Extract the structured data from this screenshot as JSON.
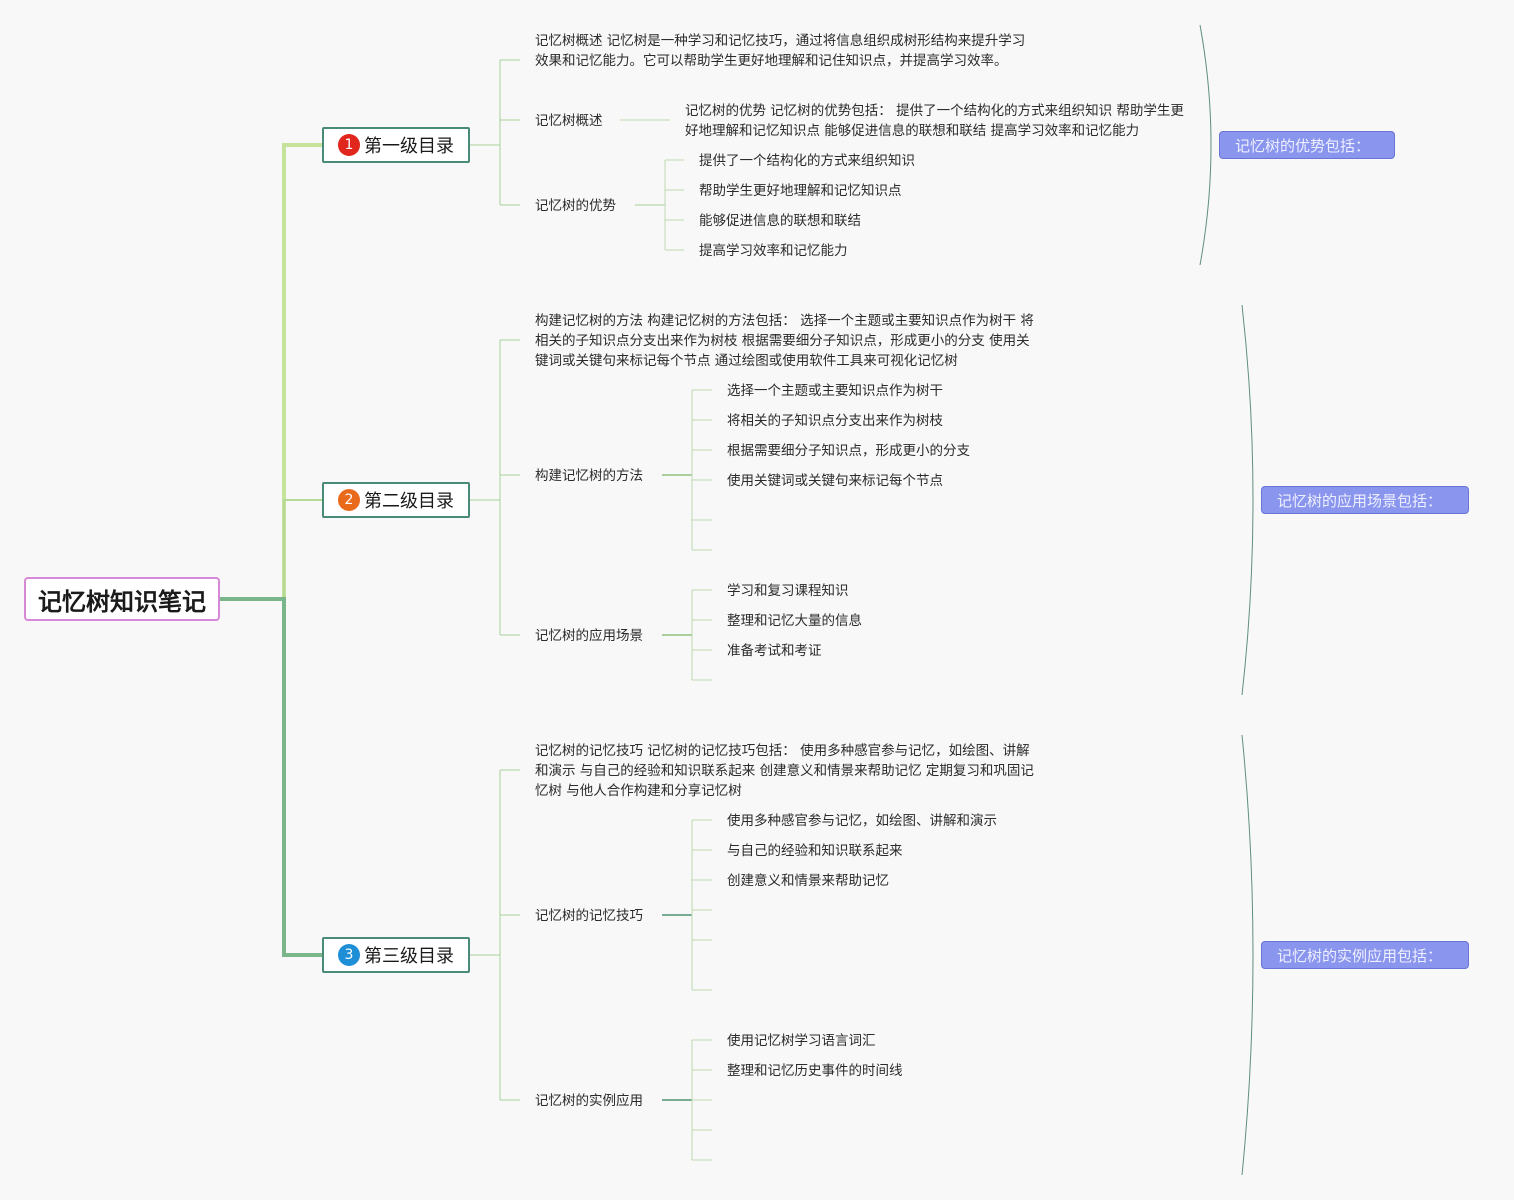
{
  "root": {
    "title": "记忆树知识笔记"
  },
  "colors": {
    "root_border": "#d689d6",
    "branch1": "#c5e39a",
    "branch2": "#b6d994",
    "branch3": "#7bb58a",
    "level_border": "#4a8a78",
    "summary_bg": "#8a95ee",
    "badge1": "#e0261d",
    "badge2": "#ea6a1c",
    "badge3": "#1e8fd6"
  },
  "levels": [
    {
      "badge": "1",
      "label": "第一级目录",
      "intro": "记忆树概述 记忆树是一种学习和记忆技巧，通过将信息组织成树形结构来提升学习效果和记忆能力。它可以帮助学生更好地理解和记住知识点，并提高学习效率。",
      "topics": [
        {
          "label": "记忆树概述",
          "detail": "记忆树的优势 记忆树的优势包括： 提供了一个结构化的方式来组织知识 帮助学生更好地理解和记忆知识点 能够促进信息的联想和联结 提高学习效率和记忆能力"
        },
        {
          "label": "记忆树的优势",
          "items": [
            "提供了一个结构化的方式来组织知识",
            "帮助学生更好地理解和记忆知识点",
            "能够促进信息的联想和联结",
            "提高学习效率和记忆能力"
          ]
        }
      ],
      "summary": "记忆树的优势包括："
    },
    {
      "badge": "2",
      "label": "第二级目录",
      "intro": "构建记忆树的方法 构建记忆树的方法包括： 选择一个主题或主要知识点作为树干 将相关的子知识点分支出来作为树枝 根据需要细分子知识点，形成更小的分支 使用关键词或关键句来标记每个节点 通过绘图或使用软件工具来可视化记忆树",
      "topics": [
        {
          "label": "构建记忆树的方法",
          "items": [
            "选择一个主题或主要知识点作为树干",
            "将相关的子知识点分支出来作为树枝",
            "根据需要细分子知识点，形成更小的分支",
            "使用关键词或关键句来标记每个节点",
            "",
            ""
          ]
        },
        {
          "label": "记忆树的应用场景",
          "items": [
            "学习和复习课程知识",
            "整理和记忆大量的信息",
            "准备考试和考证",
            ""
          ]
        }
      ],
      "summary": "记忆树的应用场景包括："
    },
    {
      "badge": "3",
      "label": "第三级目录",
      "intro": "记忆树的记忆技巧 记忆树的记忆技巧包括： 使用多种感官参与记忆，如绘图、讲解和演示 与自己的经验和知识联系起来 创建意义和情景来帮助记忆 定期复习和巩固记忆树 与他人合作构建和分享记忆树",
      "topics": [
        {
          "label": "记忆树的记忆技巧",
          "items": [
            "使用多种感官参与记忆，如绘图、讲解和演示",
            "与自己的经验和知识联系起来",
            "创建意义和情景来帮助记忆",
            "",
            "",
            "",
            ""
          ]
        },
        {
          "label": "记忆树的实例应用",
          "items": [
            "使用记忆树学习语言词汇",
            "整理和记忆历史事件的时间线",
            "",
            "",
            ""
          ]
        }
      ],
      "summary": "记忆树的实例应用包括："
    }
  ]
}
